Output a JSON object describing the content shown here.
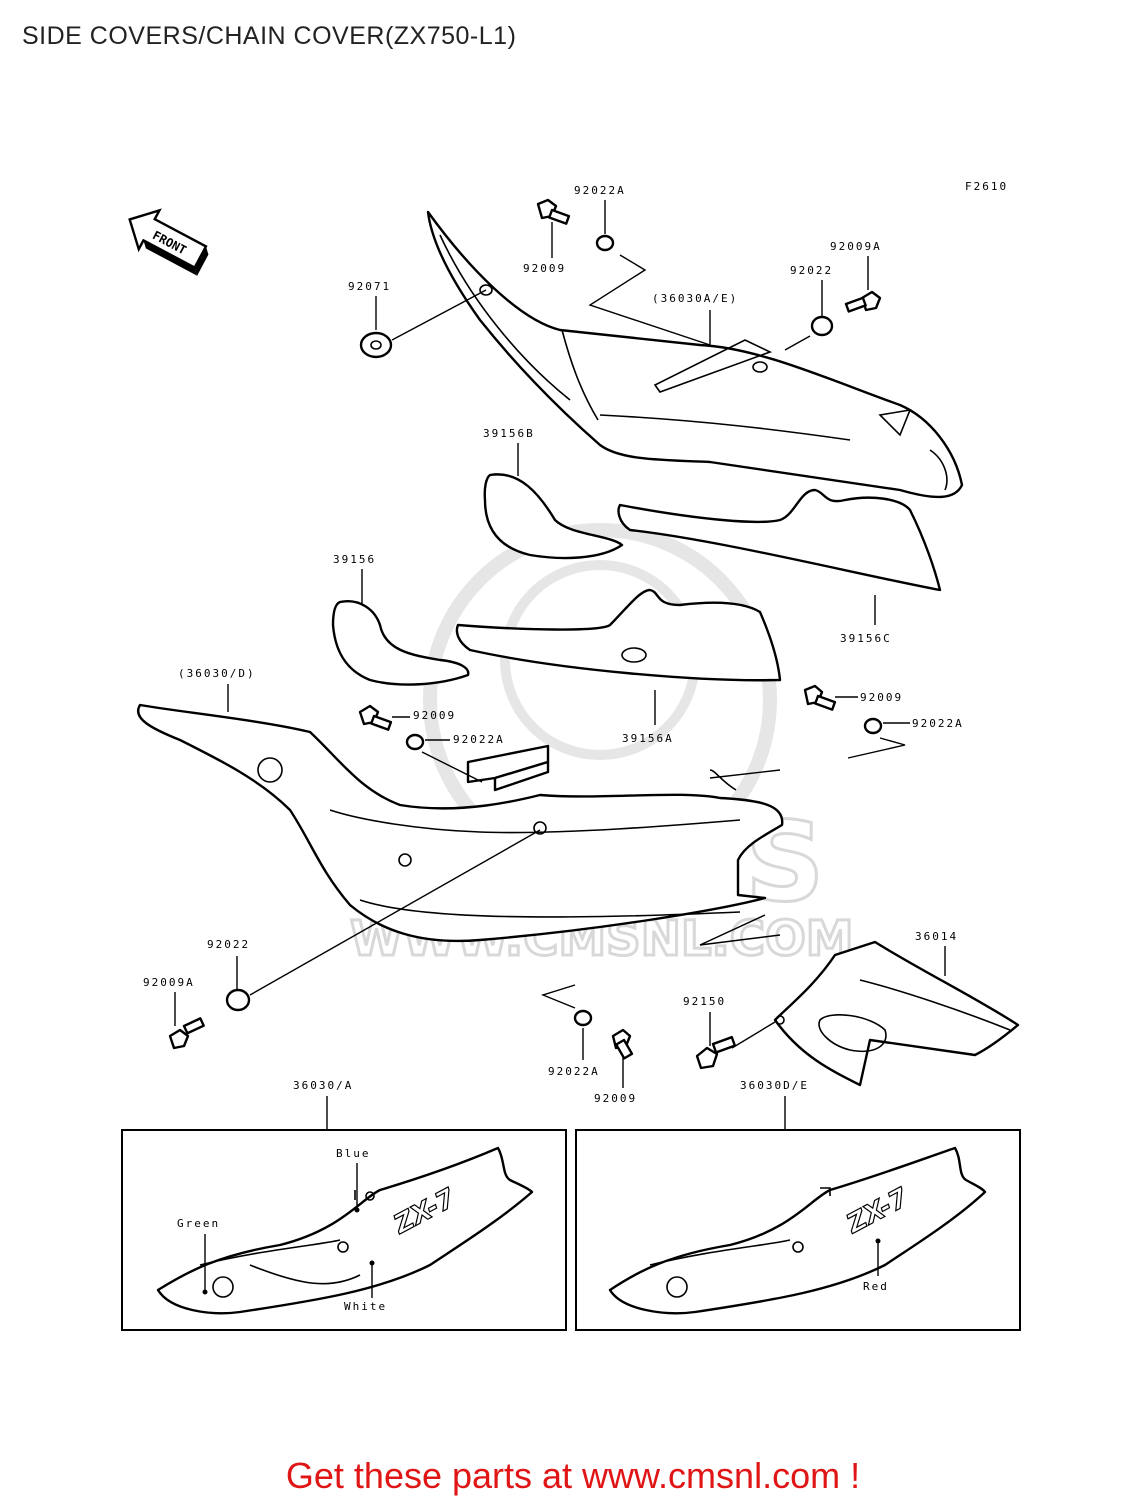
{
  "page": {
    "title": "SIDE COVERS/CHAIN COVER(ZX750-L1)",
    "footer": "Get these parts at www.cmsnl.com !"
  },
  "diagram": {
    "figure_code": "F2610",
    "front_arrow_label": "FRONT",
    "watermark_text": "CMS",
    "watermark_url": "WWW.CMSNL.COM",
    "labels": {
      "p92022A_top": "92022A",
      "p92009_top": "92009",
      "p92009A_top": "92009A",
      "p92022_top": "92022",
      "p92071": "92071",
      "p36030AE": "(36030A/E)",
      "p39156B": "39156B",
      "p39156": "39156",
      "p39156C": "39156C",
      "p36030D": "(36030/D)",
      "p92009_mid_left": "92009",
      "p92022A_mid_left": "92022A",
      "p39156A": "39156A",
      "p92009_mid_right": "92009",
      "p92022A_mid_right": "92022A",
      "p92022_low": "92022",
      "p92009A_low": "92009A",
      "p36014": "36014",
      "p92150": "92150",
      "p92022A_bottom": "92022A",
      "p92009_bottom": "92009",
      "p36030A": "36030/A",
      "p36030DE": "36030D/E"
    },
    "inset_left": {
      "logo_text": "ZX-7",
      "color_blue": "Blue",
      "color_green": "Green",
      "color_white": "White"
    },
    "inset_right": {
      "logo_text": "ZX-7",
      "color_red": "Red"
    }
  }
}
